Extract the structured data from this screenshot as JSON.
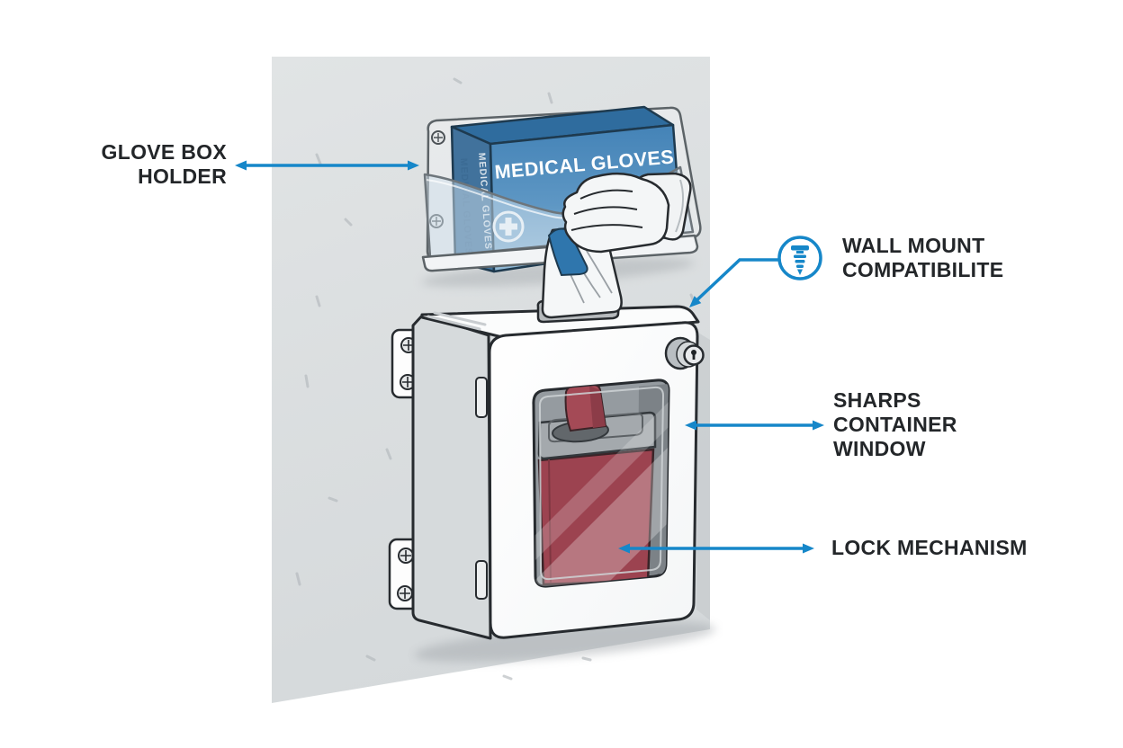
{
  "figure": {
    "callouts": {
      "glove_box_holder": {
        "line1": "GLOVE BOX",
        "line2": "HOLDER",
        "arrow": "double-headed"
      },
      "wall_mount": {
        "line1": "WALL MOUNT",
        "line2": "COMPATIBILITE",
        "icon": "screw-icon"
      },
      "sharps_container_window": {
        "line1": "SHARPS",
        "line2": "CONTAINER",
        "line3": "WINDOW",
        "arrow": "double-headed"
      },
      "lock_mechanism": {
        "line1": "LOCK MECHANISM",
        "arrow": "double-headed"
      }
    },
    "illustration": {
      "box_front_label": "MEDICAL GLOVES",
      "box_side_label": "MEDICAL GLOVES"
    },
    "colors": {
      "accent": "#1687c9",
      "label_text": "#232629",
      "wall": "#dcdfe1",
      "glove_box_blue": "#4a87ba",
      "sharps_red": "#9c4350",
      "cabinet_white": "#ffffff"
    }
  }
}
